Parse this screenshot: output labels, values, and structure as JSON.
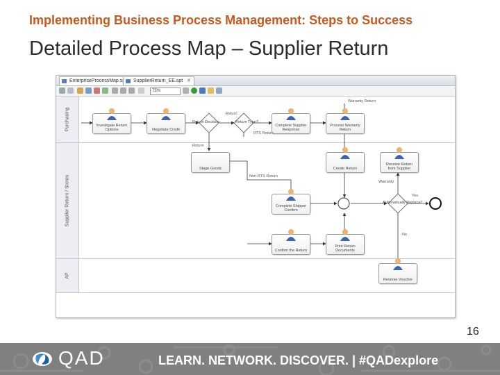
{
  "slide": {
    "subtitle": "Implementing Business Process Management: Steps to Success",
    "title": "Detailed Process Map – Supplier Return",
    "page_number": "16"
  },
  "footer": {
    "brand": "QAD",
    "tagline": "LEARN. NETWORK. DISCOVER.  |  #QADexplore",
    "background_color": "#808080"
  },
  "editor": {
    "tabs": [
      {
        "label": "EnterpriseProcessMap.spt"
      },
      {
        "label": "SupplierReturn_EE.spt",
        "close": "✕"
      }
    ],
    "zoom": "75%",
    "lanes": [
      {
        "label": "Purchasing"
      },
      {
        "label": "Supplier Return / Stores"
      },
      {
        "label": "AP"
      }
    ],
    "tasks": [
      {
        "label": "Investigate Return Options"
      },
      {
        "label": "Negotiate Credit"
      },
      {
        "label": "Complete Supplier Response"
      },
      {
        "label": "Process Warranty Return"
      },
      {
        "label": "Stage Goods"
      },
      {
        "label": "Create Return"
      },
      {
        "label": "Receive Return from Supplier"
      },
      {
        "label": "Complete Shipper Confirm"
      },
      {
        "label": "Confirm the Return"
      },
      {
        "label": "Print Return Documents"
      },
      {
        "label": "Reverse Voucher"
      }
    ],
    "gateways": [
      {
        "label": "Return Decision"
      },
      {
        "label": "Return Type?"
      },
      {
        "label": "Automatically Replace?"
      }
    ],
    "edge_labels": [
      {
        "text": "Warranty Return"
      },
      {
        "text": "Return"
      },
      {
        "text": "RTS Return"
      },
      {
        "text": "Return"
      },
      {
        "text": "Non-RTS Return"
      },
      {
        "text": "Warranty"
      },
      {
        "text": "Yes"
      },
      {
        "text": "No"
      }
    ]
  }
}
